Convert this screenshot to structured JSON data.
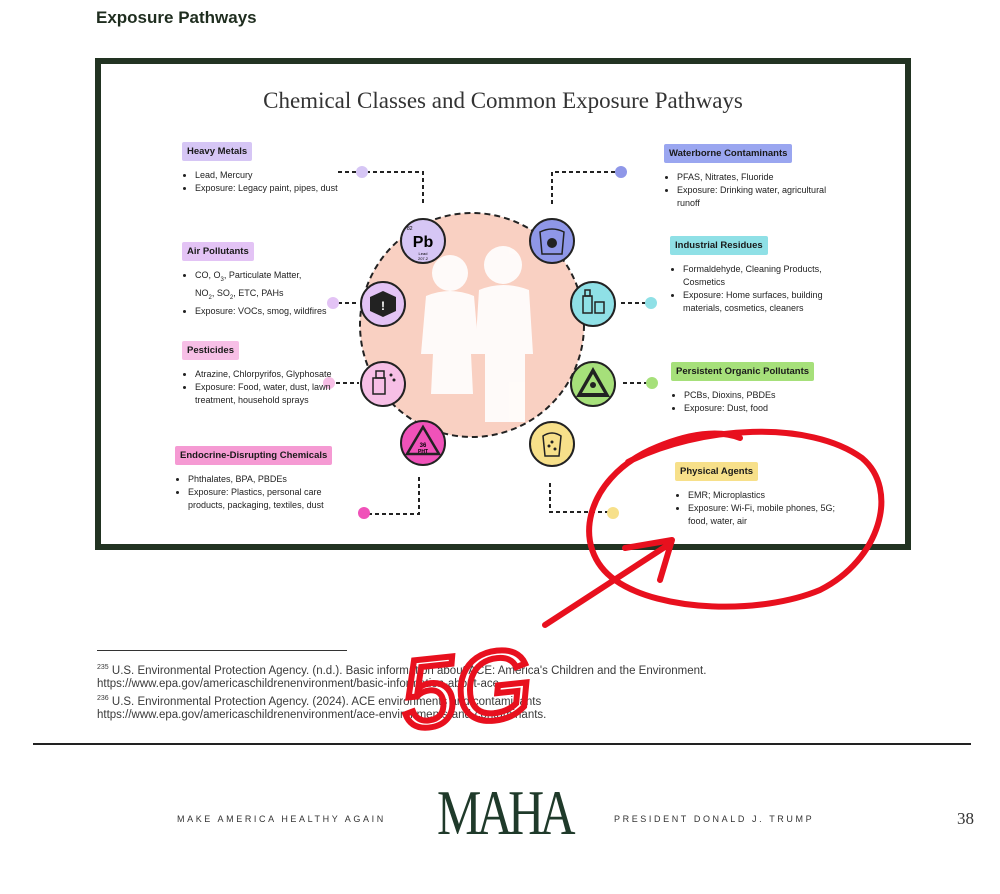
{
  "section_heading": "Exposure Pathways",
  "figure": {
    "title": "Chemical Classes and Common Exposure Pathways",
    "categories": {
      "heavy_metals": {
        "label": "Heavy Metals",
        "color": "#d6c6f5",
        "items": [
          "Lead, Mercury",
          "Exposure: Legacy paint, pipes, dust"
        ]
      },
      "air_pollutants": {
        "label": "Air Pollutants",
        "color": "#e3c3f5",
        "items": [
          "CO, O3, Particulate Matter, NO2, SO2, ETC, PAHs",
          "Exposure: VOCs, smog, wildfires"
        ]
      },
      "pesticides": {
        "label": "Pesticides",
        "color": "#f7bfe6",
        "items": [
          "Atrazine, Chlorpyrifos, Glyphosate",
          "Exposure: Food, water, dust, lawn treatment, household sprays"
        ]
      },
      "endocrine": {
        "label": "Endocrine-Disrupting Chemicals",
        "color": "#f59ad3",
        "items": [
          "Phthalates, BPA, PBDEs",
          "Exposure: Plastics, personal care products, packaging, textiles, dust"
        ]
      },
      "waterborne": {
        "label": "Waterborne Contaminants",
        "color": "#9aa6f0",
        "items": [
          "PFAS, Nitrates, Fluoride",
          "Exposure: Drinking water, agricultural runoff"
        ]
      },
      "industrial": {
        "label": "Industrial Residues",
        "color": "#8fe0e6",
        "items": [
          "Formaldehyde, Cleaning Products, Cosmetics",
          "Exposure: Home surfaces, building materials, cosmetics, cleaners"
        ]
      },
      "pop": {
        "label": "Persistent Organic Pollutants",
        "color": "#a6e07a",
        "items": [
          "PCBs, Dioxins, PBDEs",
          "Exposure: Dust, food"
        ]
      },
      "physical": {
        "label": "Physical Agents",
        "color": "#f7e08a",
        "items": [
          "EMR; Microplastics",
          "Exposure: Wi-Fi, mobile phones, 5G; food, water, air"
        ]
      }
    },
    "air_line1_pre": "CO, O",
    "air_line1_post": ", Particulate Matter,",
    "air_line2_a": "NO",
    "air_line2_b": ", SO",
    "air_line2_c": ", ETC, PAHs",
    "sub3": "3",
    "sub2": "2",
    "pb_symbol": "Pb",
    "pb_number": "82",
    "pb_name": "Lead",
    "pb_mass": "207.2",
    "pht_label": "PHT",
    "pht_number": "36",
    "colors": {
      "frame": "#223322",
      "circle_fill": "#f9d0c2",
      "annotation_red": "#e8101e"
    }
  },
  "footnotes": {
    "n235": "235",
    "n235_text": "U.S. Environmental Protection Agency. (n.d.). Basic information about ACE: America's Children and the Environment.",
    "n235_url": "https://www.epa.gov/americaschildrenenvironment/basic-information-about-ace",
    "n236": "236",
    "n236_text": "U.S. Environmental Protection Agency. (2024). ACE environments and contaminants",
    "n236_url": "https://www.epa.gov/americaschildrenenvironment/ace-environments-and-contaminants."
  },
  "annotation": {
    "text": "5G"
  },
  "footer": {
    "left": "MAKE AMERICA HEALTHY AGAIN",
    "logo": "MAHA",
    "right": "PRESIDENT DONALD J. TRUMP",
    "page_number": "38"
  }
}
